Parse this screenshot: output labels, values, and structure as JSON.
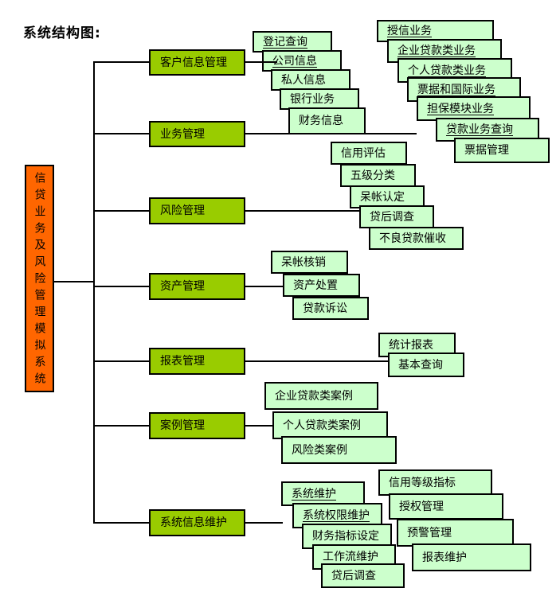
{
  "title": "系统结构图:",
  "colors": {
    "root_fill": "#ff6600",
    "branch_fill": "#99cc00",
    "leaf_fill": "#ccffcc",
    "line": "#000000",
    "text": "#000000"
  },
  "root": {
    "label": "信贷业务及风险管理模拟系统"
  },
  "branches": [
    {
      "label": "客户信息管理",
      "children": [
        {
          "label": "登记查询",
          "underline": true
        },
        {
          "label": "公司信息",
          "underline": true
        },
        {
          "label": "私人信息"
        },
        {
          "label": "银行业务"
        },
        {
          "label": "财务信息"
        }
      ]
    },
    {
      "label": "业务管理",
      "children": [
        {
          "label": "授信业务",
          "underline": true
        },
        {
          "label": "企业贷款类业务",
          "underline": true
        },
        {
          "label": "个人贷款类业务",
          "underline": true
        },
        {
          "label": "票据和国际业务",
          "underline": true
        },
        {
          "label": "担保模块业务",
          "underline": true
        },
        {
          "label": "贷款业务查询",
          "underline": true
        },
        {
          "label": "票据管理"
        }
      ]
    },
    {
      "label": "风险管理",
      "children": [
        {
          "label": "信用评估"
        },
        {
          "label": "五级分类"
        },
        {
          "label": "呆帐认定"
        },
        {
          "label": "贷后调查"
        },
        {
          "label": "不良贷款催收"
        }
      ]
    },
    {
      "label": "资产管理",
      "children": [
        {
          "label": "呆帐核销"
        },
        {
          "label": "资产处置"
        },
        {
          "label": "贷款诉讼"
        }
      ]
    },
    {
      "label": "报表管理",
      "children": [
        {
          "label": "统计报表"
        },
        {
          "label": "基本查询"
        }
      ]
    },
    {
      "label": "案例管理",
      "children": [
        {
          "label": "企业贷款类案例"
        },
        {
          "label": "个人贷款类案例"
        },
        {
          "label": "风险类案例"
        }
      ]
    },
    {
      "label": "系统信息维护",
      "children": [
        {
          "label": "系统维护",
          "underline": true
        },
        {
          "label": "系统权限维护",
          "underline": true
        },
        {
          "label": "财务指标设定"
        },
        {
          "label": "工作流维护"
        },
        {
          "label": "贷后调查"
        },
        {
          "label": "信用等级指标"
        },
        {
          "label": "授权管理"
        },
        {
          "label": "预警管理"
        },
        {
          "label": "报表维护"
        }
      ]
    }
  ]
}
